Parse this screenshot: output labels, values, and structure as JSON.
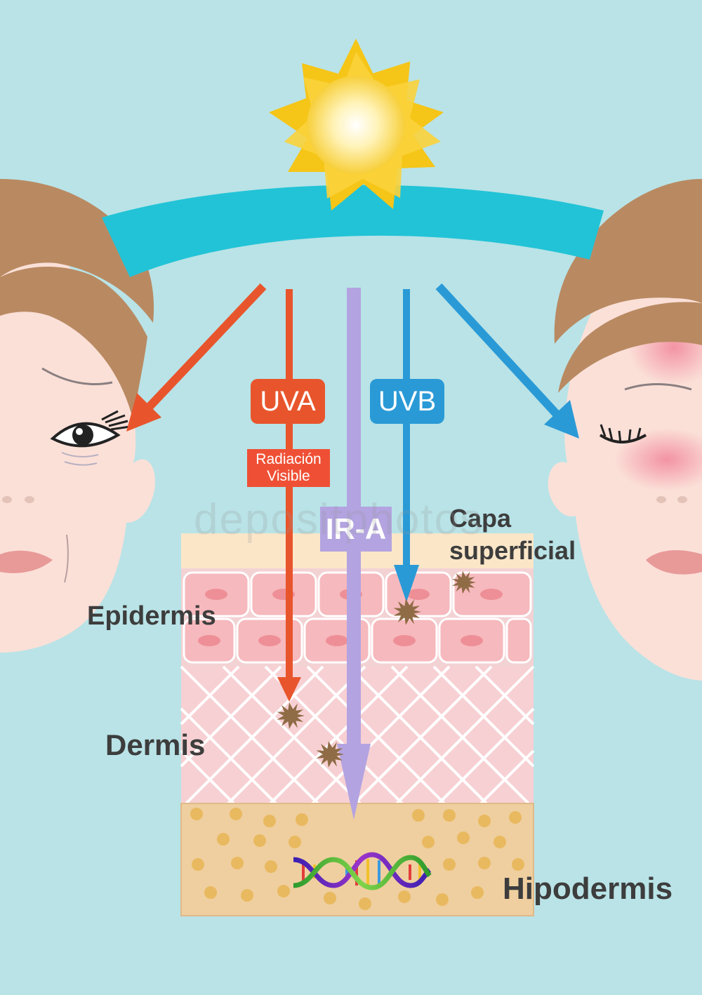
{
  "labels": {
    "uva": "UVA",
    "uvb": "UVB",
    "visible_line1": "Radiación",
    "visible_line2": "Visible",
    "ira": "IR-A",
    "capa_line1": "Capa",
    "capa_line2": "superficial",
    "epidermis": "Epidermis",
    "dermis": "Dermis",
    "hipodermis": "Hipodermis"
  },
  "watermark": "depositphotos",
  "icons": {
    "sun": "sun-icon",
    "eye_open": "open-eye-icon",
    "eye_closed": "closed-eye-icon",
    "dna": "dna-helix-icon",
    "damage": "damage-burst-icon"
  },
  "colors": {
    "background": "#b9e3e7",
    "ozone_band": "#22c3d6",
    "uva": "#e8552c",
    "uvb": "#2a9ad6",
    "ira": "#b3a3e0",
    "visible": "#ef5035",
    "sun": "#f5c518",
    "skin": "#fbe0d8",
    "hair": "#b98a62",
    "epidermis": "#f3c6c8",
    "dermis": "#f7d6d8",
    "hypodermis": "#efcf9f"
  }
}
